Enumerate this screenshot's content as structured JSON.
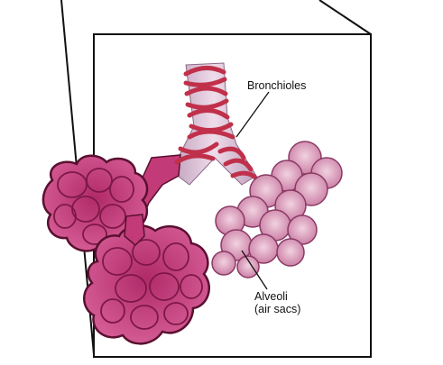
{
  "labels": {
    "bronchioles": "Bronchioles",
    "alveoli": "Alveoli",
    "air_sacs": "(air sacs)"
  },
  "colors": {
    "alveoli_fill": "#c23a78",
    "alveoli_outline": "#5a1030",
    "alveoli_light": "#d98ab0",
    "alveoli_pale": "#e4b2c8",
    "bronchiole_band": "#c0304a",
    "bronchiole_body": "#d9b8d0",
    "frame": "#111111"
  }
}
